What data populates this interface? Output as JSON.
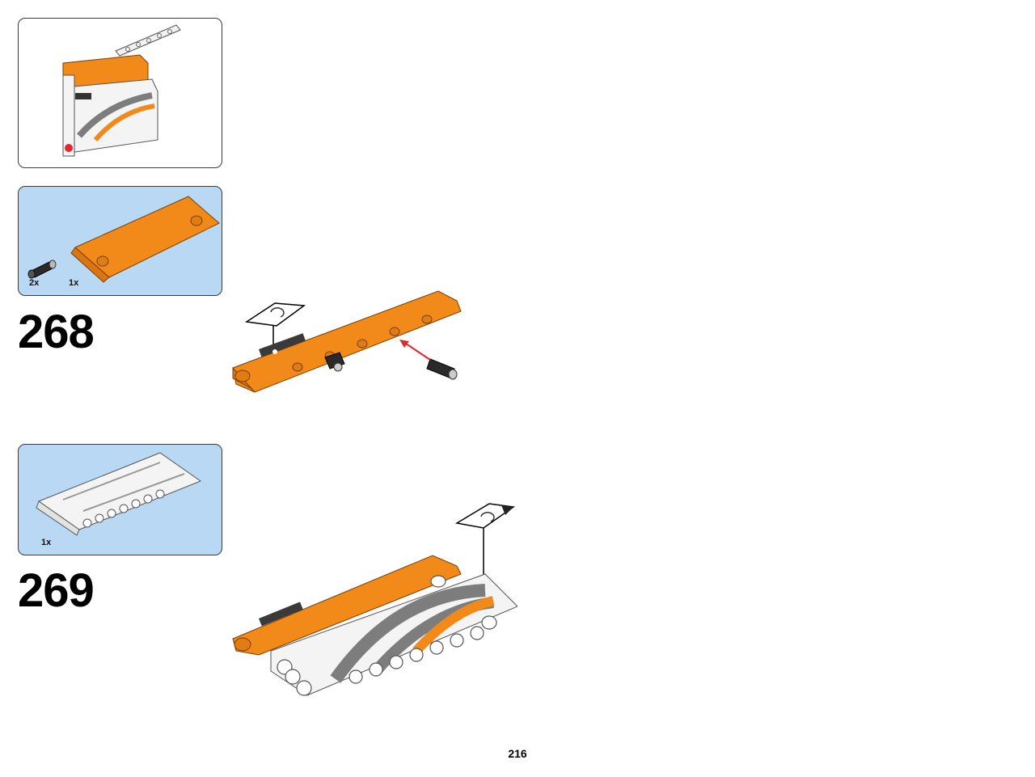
{
  "page": {
    "number": "216"
  },
  "steps": [
    {
      "number": "268",
      "parts": [
        {
          "qty": "2x",
          "part": "black-axle-pin-with-friction"
        },
        {
          "qty": "1x",
          "part": "orange-panel-5x11"
        }
      ]
    },
    {
      "number": "269",
      "parts": [
        {
          "qty": "1x",
          "part": "white-panel-printed"
        }
      ]
    }
  ],
  "colors": {
    "orange": "#f28a1a",
    "part_list_bg": "#b9d8f3",
    "white_part": "#f4f4f4",
    "grey_stripe": "#7d7d7d",
    "arrow_red": "#e3262d"
  }
}
